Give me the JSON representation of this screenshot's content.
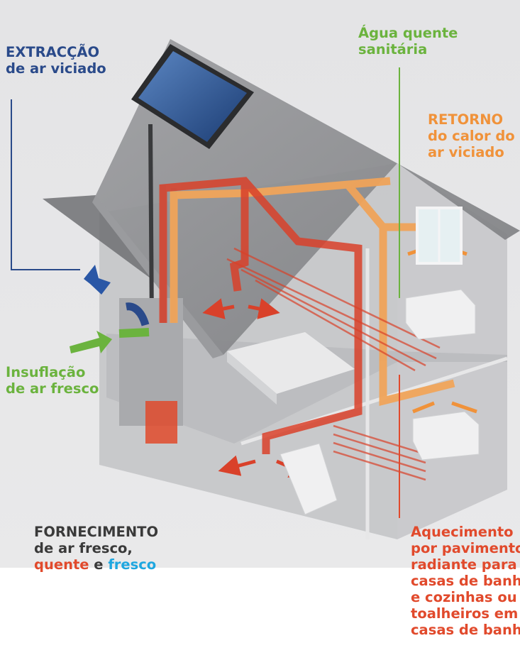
{
  "labels": {
    "extraccao": {
      "line1": "EXTRACÇÃO",
      "line2": "de ar viciado"
    },
    "agua": {
      "line1": "Água quente",
      "line2": "sanitária"
    },
    "retorno": {
      "line1": "RETORNO",
      "line2": "do calor do",
      "line3": "ar viciado"
    },
    "insuflacao": {
      "line1": "Insuflação",
      "line2": "de ar fresco"
    },
    "fornecimento": {
      "line1": "FORNECIMENTO",
      "line2": "de ar fresco,",
      "hot_word": "quente",
      "joiner": " e ",
      "cool_word": "fresco"
    },
    "aquecimento": {
      "lines": [
        "Aquecimento",
        "por pavimento",
        "radiante para",
        "casas de banho",
        "e cozinhas ou",
        "toalheiros em",
        "casas de banho"
      ]
    }
  },
  "colors": {
    "background_panel": "#e3e3e4",
    "house_walls": "#bfc0c3",
    "roof": "#8a8b8e",
    "extract_blue": "#2a4a8a",
    "fresh_green": "#6bb33e",
    "return_orange": "#f0923a",
    "supply_red": "#e14a2c",
    "supply_cool": "#1ea7e0"
  }
}
